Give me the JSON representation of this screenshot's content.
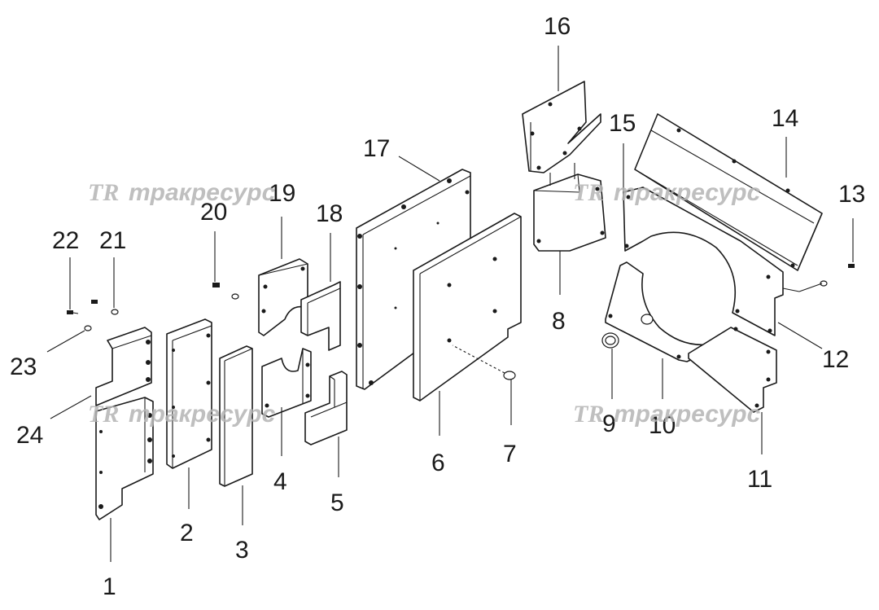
{
  "watermark": {
    "logo": "TR",
    "text": "тракресурс"
  },
  "callouts": {
    "c1": "1",
    "c2": "2",
    "c3": "3",
    "c4": "4",
    "c5": "5",
    "c6": "6",
    "c7": "7",
    "c8": "8",
    "c9": "9",
    "c10": "10",
    "c11": "11",
    "c12": "12",
    "c13": "13",
    "c14": "14",
    "c15": "15",
    "c16": "16",
    "c17": "17",
    "c18": "18",
    "c19": "19",
    "c20": "20",
    "c21": "21",
    "c22": "22",
    "c23": "23",
    "c24": "24"
  },
  "colors": {
    "line": "#1a1a1a",
    "watermark": "#b4b4b4",
    "background": "#ffffff"
  }
}
